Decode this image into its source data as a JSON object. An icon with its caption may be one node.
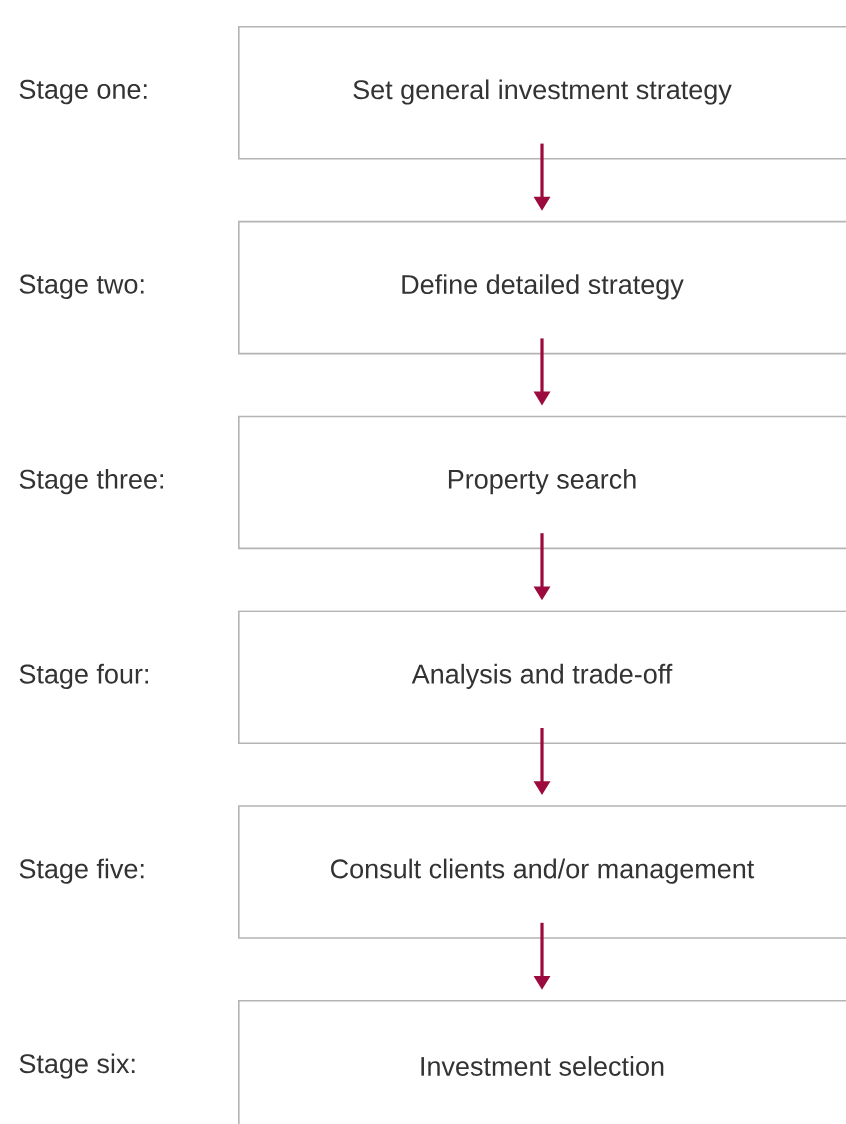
{
  "diagram": {
    "nodes": [
      {
        "text": [
          "Set general investment strategy"
        ],
        "beside": [
          "Stage one:"
        ]
      },
      {
        "text": [
          "Define detailed strategy"
        ],
        "beside": [
          "Stage two:"
        ]
      },
      {
        "text": [
          "Property search"
        ],
        "beside": [
          "Stage three:"
        ]
      },
      {
        "text": [
          "Analysis and trade-off"
        ],
        "beside": [
          "Stage four:"
        ]
      },
      {
        "text": [
          "Consult clients and/or management"
        ],
        "beside": [
          "Stage five:"
        ]
      },
      {
        "text": [
          "Investment selection"
        ],
        "beside": [
          "Stage six:"
        ]
      }
    ],
    "edges": [
      {
        "from": 0,
        "to": 1,
        "arrow": "to",
        "color": "#9b0b3e"
      },
      {
        "from": 1,
        "to": 2,
        "arrow": "to",
        "color": "#9b0b3e"
      },
      {
        "from": 2,
        "to": 3,
        "arrow": "to",
        "color": "#9b0b3e"
      },
      {
        "from": 3,
        "to": 4,
        "arrow": "to",
        "color": "#9b0b3e"
      },
      {
        "from": 4,
        "to": 5,
        "arrow": "to",
        "color": "#9b0b3e"
      }
    ]
  }
}
